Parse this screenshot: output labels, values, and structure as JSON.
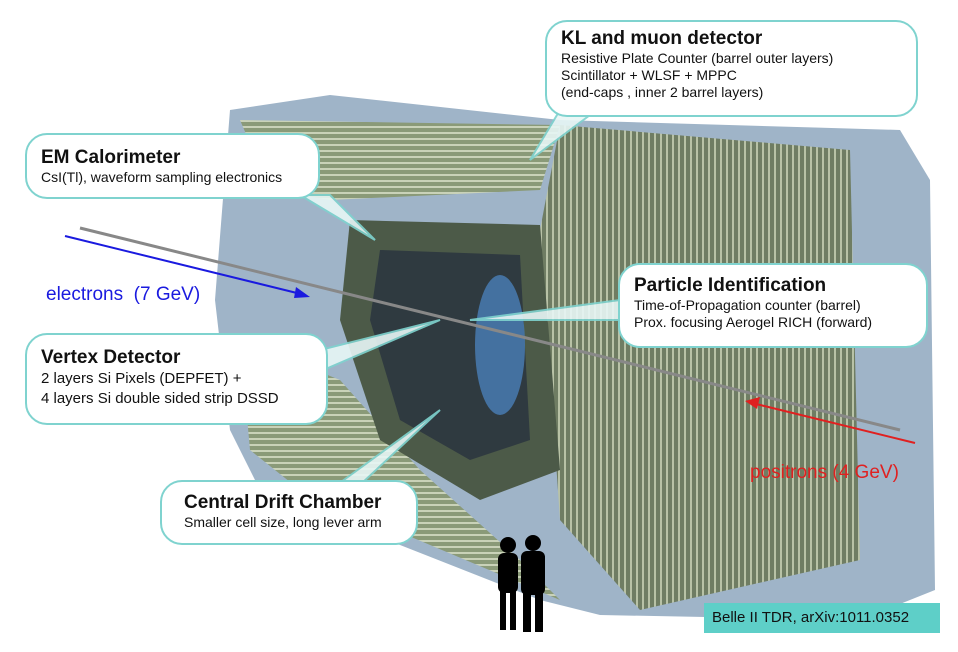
{
  "callouts": {
    "klm": {
      "title": "KL and muon detector",
      "lines": [
        "Resistive Plate Counter (barrel outer layers)",
        "Scintillator + WLSF + MPPC",
        "(end-caps , inner 2 barrel layers)"
      ]
    },
    "ecl": {
      "title": "EM Calorimeter",
      "lines": [
        "CsI(Tl), waveform sampling electronics"
      ]
    },
    "pid": {
      "title": "Particle Identification",
      "lines": [
        "Time-of-Propagation counter (barrel)",
        "Prox. focusing Aerogel RICH (forward)"
      ]
    },
    "vxd": {
      "title": "Vertex Detector",
      "lines": [
        "2 layers Si Pixels (DEPFET) +",
        "4 layers Si double sided strip DSSD"
      ]
    },
    "cdc": {
      "title": "Central Drift Chamber",
      "lines": [
        "Smaller cell size, long lever arm"
      ]
    }
  },
  "beams": {
    "electrons": "electrons  (7 GeV)",
    "positrons": "positrons (4 GeV)"
  },
  "citation": "Belle II TDR, arXiv:1011.0352",
  "colors": {
    "callout_border": "#7fd3cf",
    "electron": "#1a1adf",
    "positron": "#e02020",
    "citation_bg": "#5ecfc8"
  }
}
